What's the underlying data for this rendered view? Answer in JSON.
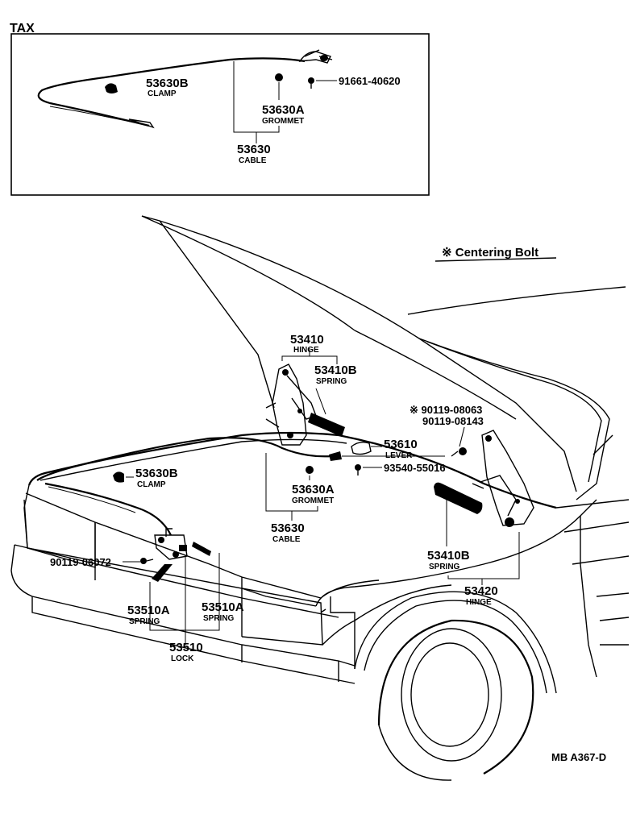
{
  "inset": {
    "title": "TAX",
    "clamp_num": "53630B",
    "clamp_name": "CLAMP",
    "grommet_num": "53630A",
    "grommet_name": "GROMMET",
    "bolt_pn": "91661-40620",
    "cable_num": "53630",
    "cable_name": "CABLE"
  },
  "legend": {
    "symbol": "※",
    "text": "Centering Bolt"
  },
  "main": {
    "hinge_l_num": "53410",
    "hinge_l_name": "HINGE",
    "spring_l_num": "53410B",
    "spring_l_name": "SPRING",
    "bolt_centering_pn": "※ 90119-08063",
    "bolt_pn": "90119-08143",
    "lever_num": "53610",
    "lever_name": "LEVER",
    "screw_pn": "93540-55016",
    "clamp_num": "53630B",
    "clamp_name": "CLAMP",
    "grommet_num": "53630A",
    "grommet_name": "GROMMET",
    "cable_num": "53630",
    "cable_name": "CABLE",
    "lock_bolt_pn": "90119-06072",
    "spring_r_num": "53410B",
    "spring_r_name": "SPRING",
    "hinge_r_num": "53420",
    "hinge_r_name": "HINGE",
    "lock_spring_a_num": "53510A",
    "lock_spring_a_name": "SPRING",
    "lock_spring_b_num": "53510A",
    "lock_spring_b_name": "SPRING",
    "lock_num": "53510",
    "lock_name": "LOCK"
  },
  "footer": {
    "code": "MB  A367-D"
  }
}
